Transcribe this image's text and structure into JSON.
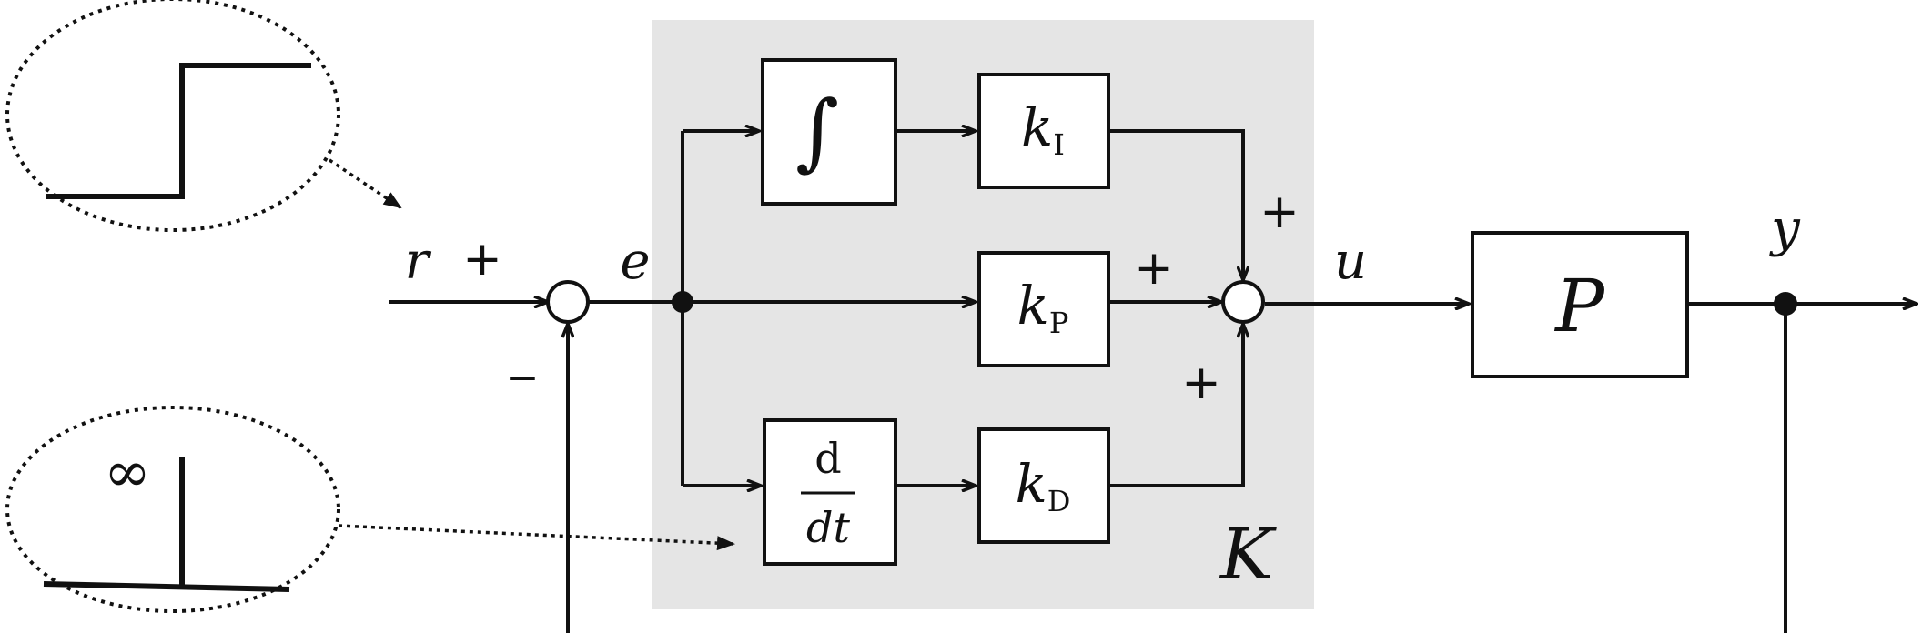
{
  "colors": {
    "stroke": "#111111",
    "controller_background": "#e5e5e5",
    "background": "#ffffff"
  },
  "icons": {
    "step_input": "step-signal-icon",
    "impulse_input": "impulse-signal-icon",
    "arrowhead": "arrowhead-icon"
  },
  "signals": {
    "reference": "r",
    "error": "e",
    "control": "u",
    "output": "y"
  },
  "signs": {
    "reference_plus": "+",
    "feedback_minus": "−",
    "integral_plus": "+",
    "proportional_plus": "+",
    "derivative_plus": "+"
  },
  "blocks": {
    "integrator": "∫",
    "derivative_num": "d",
    "derivative_den": "dt",
    "gain_i_base": "k",
    "gain_i_sub": "I",
    "gain_p_base": "k",
    "gain_p_sub": "P",
    "gain_d_base": "k",
    "gain_d_sub": "D",
    "plant": "P",
    "controller": "K"
  },
  "impulse_symbol": "∞"
}
